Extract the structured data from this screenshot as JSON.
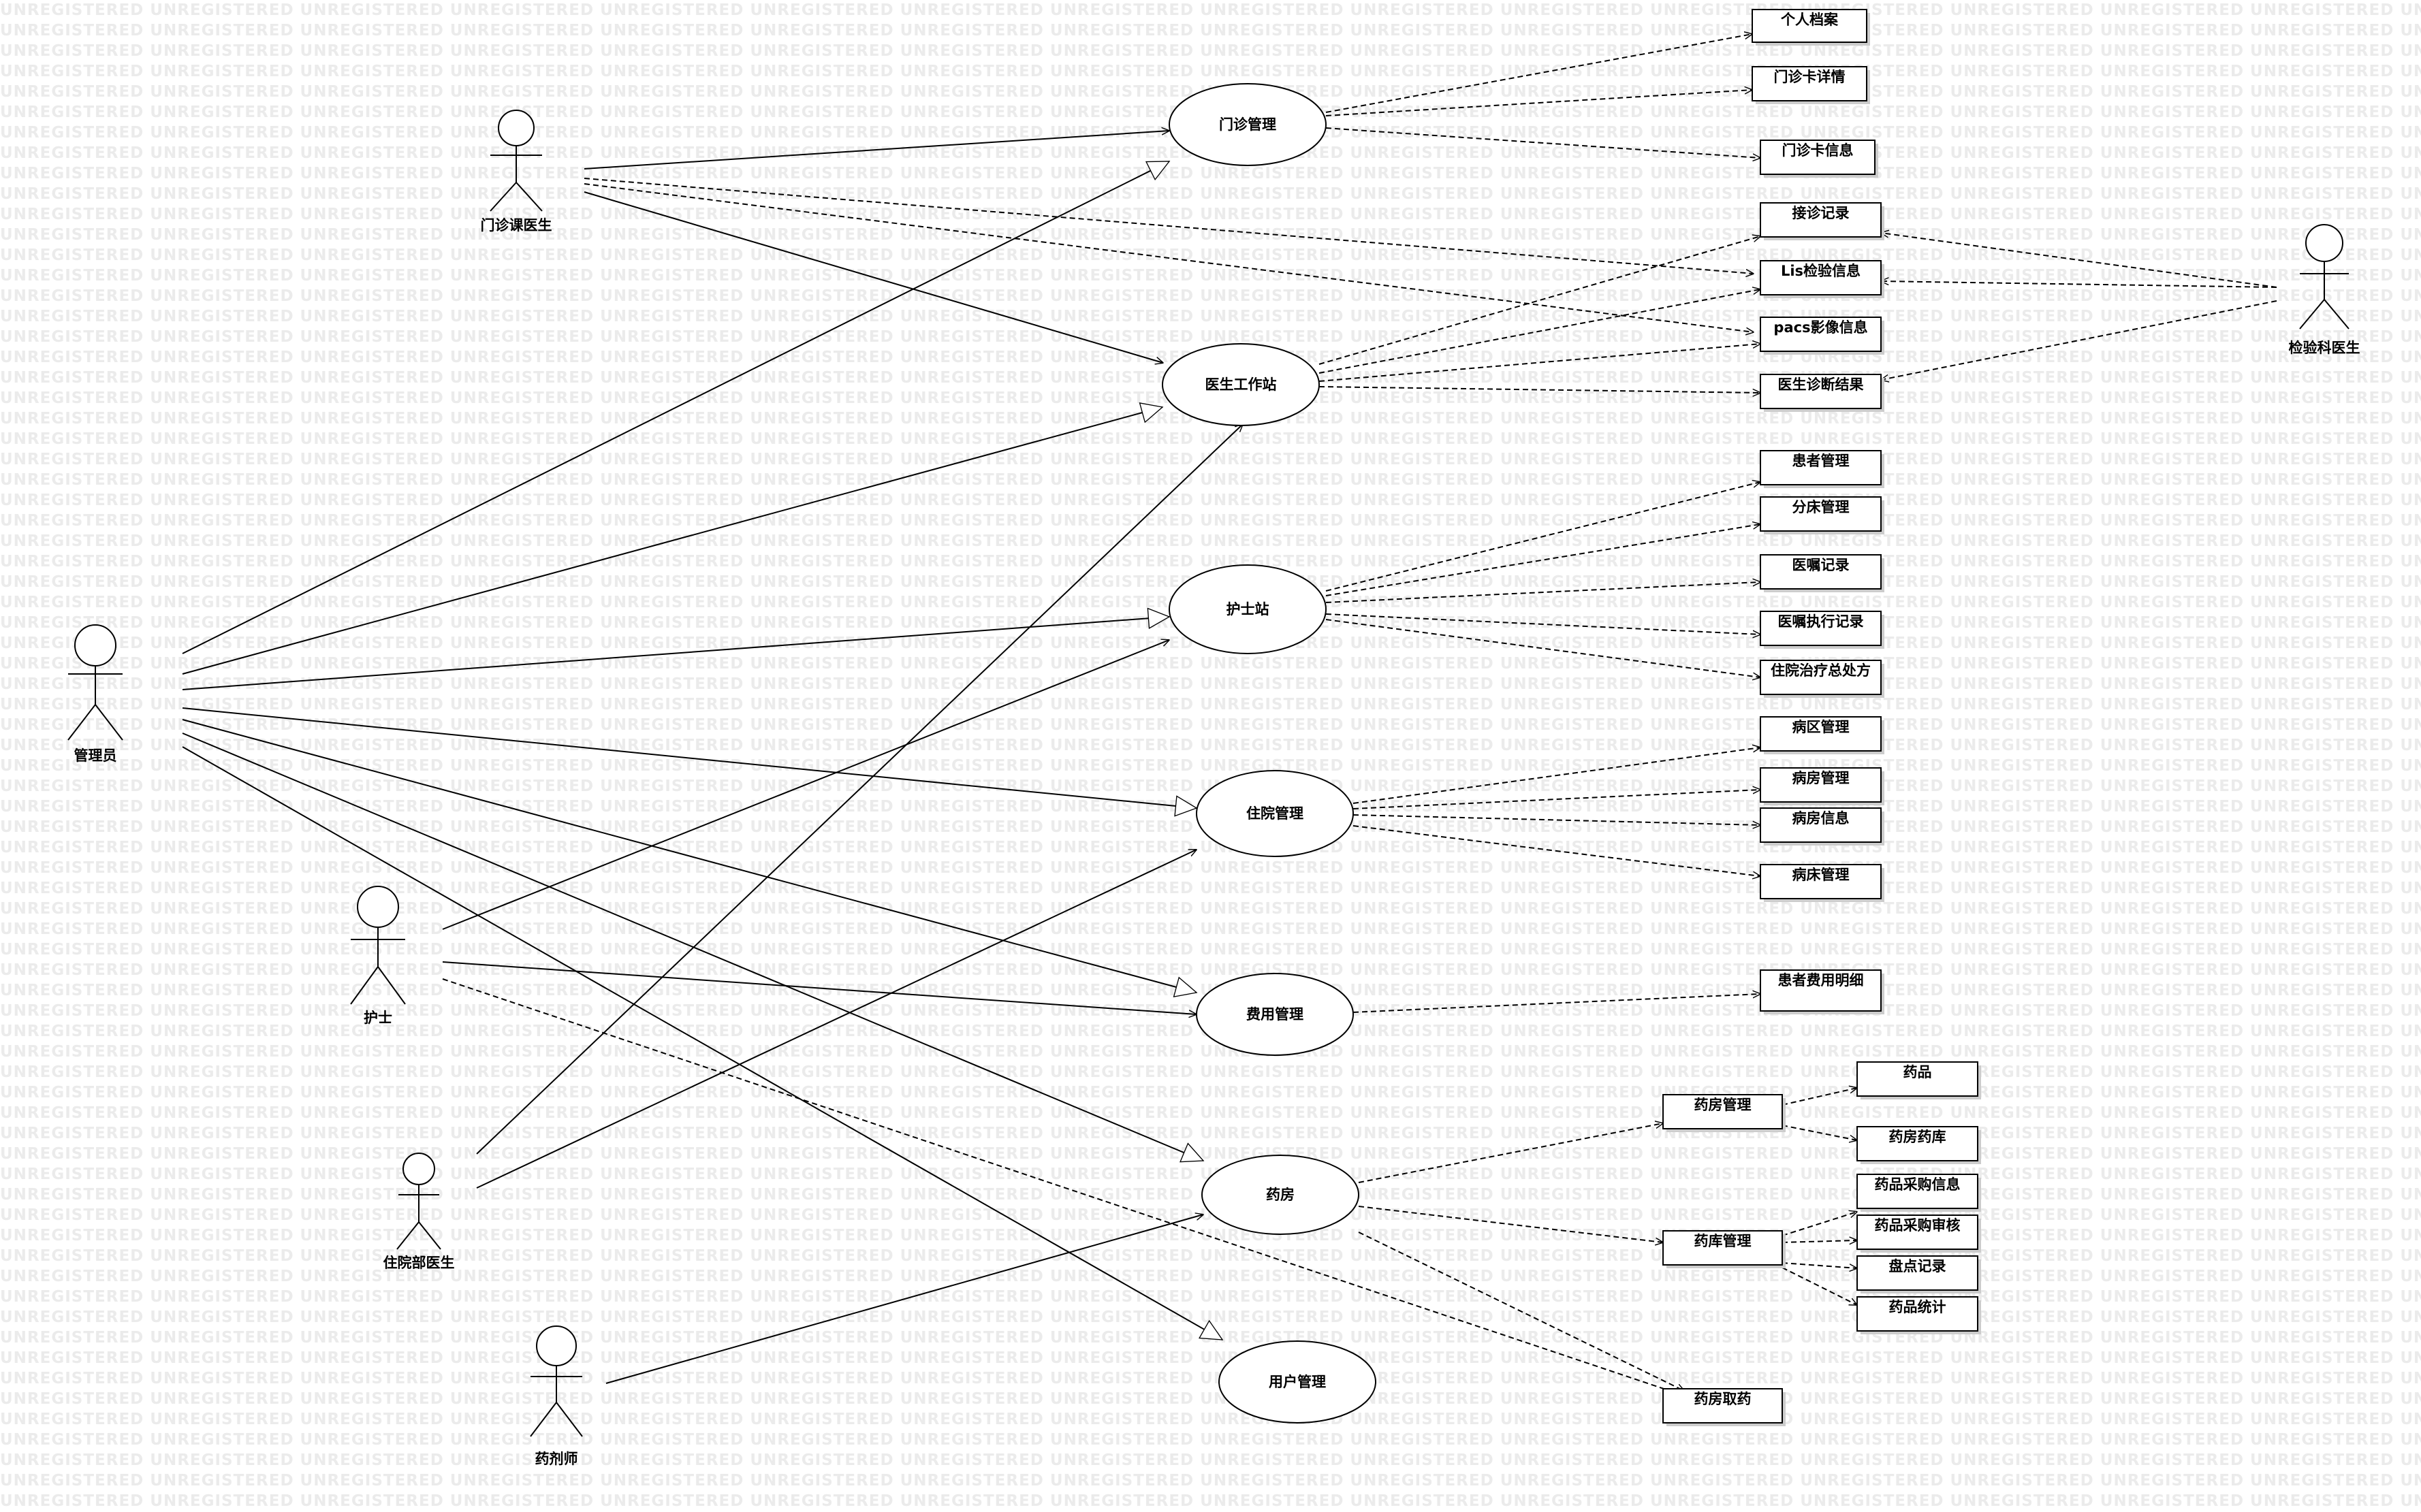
{
  "watermark_text": "UNREGISTERED",
  "colors": {
    "line": "#000000",
    "watermark": "#ebebeb",
    "box_fill": "#ffffff",
    "shadow": "#cccccc"
  },
  "actors": {
    "outpatient_doctor": "门诊课医生",
    "admin": "管理员",
    "nurse": "护士",
    "inpatient_doctor": "住院部医生",
    "pharmacist": "药剂师",
    "lab_doctor": "检验科医生"
  },
  "usecases": {
    "outpatient_mgmt": "门诊管理",
    "doctor_station": "医生工作站",
    "nurse_station": "护士站",
    "inpatient_mgmt": "住院管理",
    "fee_mgmt": "费用管理",
    "pharmacy": "药房",
    "user_mgmt": "用户管理"
  },
  "boxes": {
    "personal_file": "个人档案",
    "card_detail": "门诊卡详情",
    "card_info": "门诊卡信息",
    "visit_record": "接诊记录",
    "lis_info": "Lis检验信息",
    "pacs_info": "pacs影像信息",
    "diagnosis_result": "医生诊断结果",
    "patient_mgmt": "患者管理",
    "bed_assign": "分床管理",
    "order_record": "医嘱记录",
    "order_exec": "医嘱执行记录",
    "treatment_total": "住院治疗总处方",
    "ward_area": "病区管理",
    "ward_room": "病房管理",
    "room_info": "病房信息",
    "bed_mgmt": "病床管理",
    "fee_detail": "患者费用明细",
    "pharmacy_mgmt": "药房管理",
    "drug": "药品",
    "pharmacy_stock": "药房药库",
    "store_mgmt": "药库管理",
    "purchase_info": "药品采购信息",
    "purchase_audit": "药品采购审核",
    "inventory_record": "盘点记录",
    "drug_stats": "药品统计",
    "dispense": "药房取药"
  }
}
